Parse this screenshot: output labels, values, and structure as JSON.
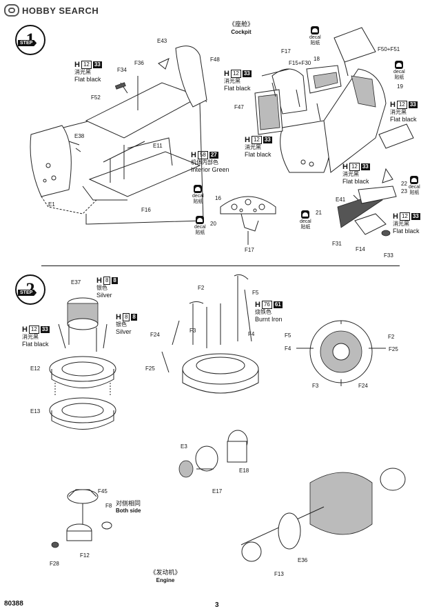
{
  "watermark": {
    "text": "HOBBY SEARCH"
  },
  "step1": {
    "number": "1",
    "tag": "STEP",
    "title_cn": "《座舱》",
    "title_en": "Cockpit",
    "parts": [
      "E43",
      "F48",
      "F36",
      "F34",
      "F52",
      "E38",
      "E11",
      "E1",
      "F16",
      "F17",
      "F15+F30",
      "18",
      "F50+F51",
      "19",
      "F47",
      "E41",
      "22",
      "23",
      "21",
      "F31",
      "F14",
      "F33",
      "16",
      "20",
      "F17"
    ],
    "paints": [
      {
        "letter": "H",
        "code": "12",
        "num": "33",
        "cn": "消光黑",
        "en": "Flat black"
      },
      {
        "letter": "H",
        "code": "58",
        "num": "27",
        "cn": "机体内部色",
        "en": "Interior Green"
      },
      {
        "letter": "H",
        "code": "12",
        "num": "33",
        "cn": "消光黑",
        "en": "Flat black"
      },
      {
        "letter": "H",
        "code": "12",
        "num": "33",
        "cn": "消光黑",
        "en": "Flat black"
      },
      {
        "letter": "H",
        "code": "12",
        "num": "33",
        "cn": "消光黑",
        "en": "Flat black"
      },
      {
        "letter": "H",
        "code": "12",
        "num": "33",
        "cn": "消光黑",
        "en": "Flat black"
      },
      {
        "letter": "H",
        "code": "12",
        "num": "33",
        "cn": "消光黑",
        "en": "Flat black"
      }
    ],
    "decal": {
      "en": "decal",
      "cn": "贴纸"
    }
  },
  "step2": {
    "number": "2",
    "tag": "STEP",
    "parts": [
      "E37",
      "E12",
      "E13",
      "F2",
      "F5",
      "F24",
      "F3",
      "F4",
      "F25",
      "F5",
      "F4",
      "F3",
      "F24",
      "F2",
      "F25",
      "E3",
      "E18",
      "E17",
      "F45",
      "F8",
      "F12",
      "F28",
      "F13",
      "E36"
    ],
    "paints": [
      {
        "letter": "H",
        "code": "8",
        "num": "8",
        "cn": "银色",
        "en": "Silver"
      },
      {
        "letter": "H",
        "code": "8",
        "num": "8",
        "cn": "银色",
        "en": "Silver"
      },
      {
        "letter": "H",
        "code": "12",
        "num": "33",
        "cn": "消光黑",
        "en": "Flat black"
      },
      {
        "letter": "H",
        "code": "76",
        "num": "61",
        "cn": "烧铁色",
        "en": "Burnt Iron"
      }
    ],
    "both_side_cn": "对侧相同",
    "both_side_en": "Both side",
    "title_cn": "《发动机》",
    "title_en": "Engine"
  },
  "footer": {
    "code": "80388",
    "page": "3"
  }
}
